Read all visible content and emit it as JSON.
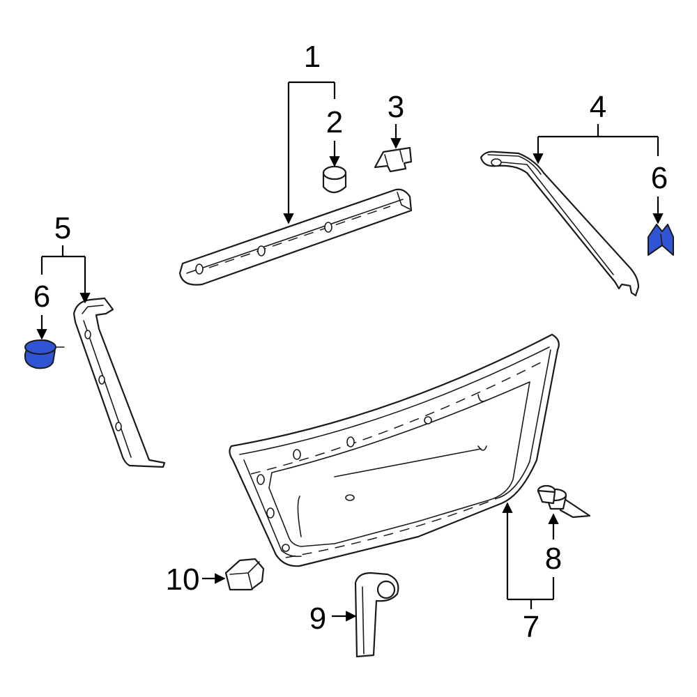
{
  "callouts": [
    {
      "id": "1",
      "text": "1"
    },
    {
      "id": "2",
      "text": "2"
    },
    {
      "id": "3",
      "text": "3"
    },
    {
      "id": "4",
      "text": "4"
    },
    {
      "id": "5",
      "text": "5"
    },
    {
      "id": "6a",
      "text": "6"
    },
    {
      "id": "6b",
      "text": "6"
    },
    {
      "id": "7",
      "text": "7"
    },
    {
      "id": "8",
      "text": "8"
    },
    {
      "id": "9",
      "text": "9"
    },
    {
      "id": "10",
      "text": "10"
    }
  ],
  "colors": {
    "highlight": "#2f55d4",
    "line": "#1a1a1a",
    "background": "#ffffff"
  }
}
